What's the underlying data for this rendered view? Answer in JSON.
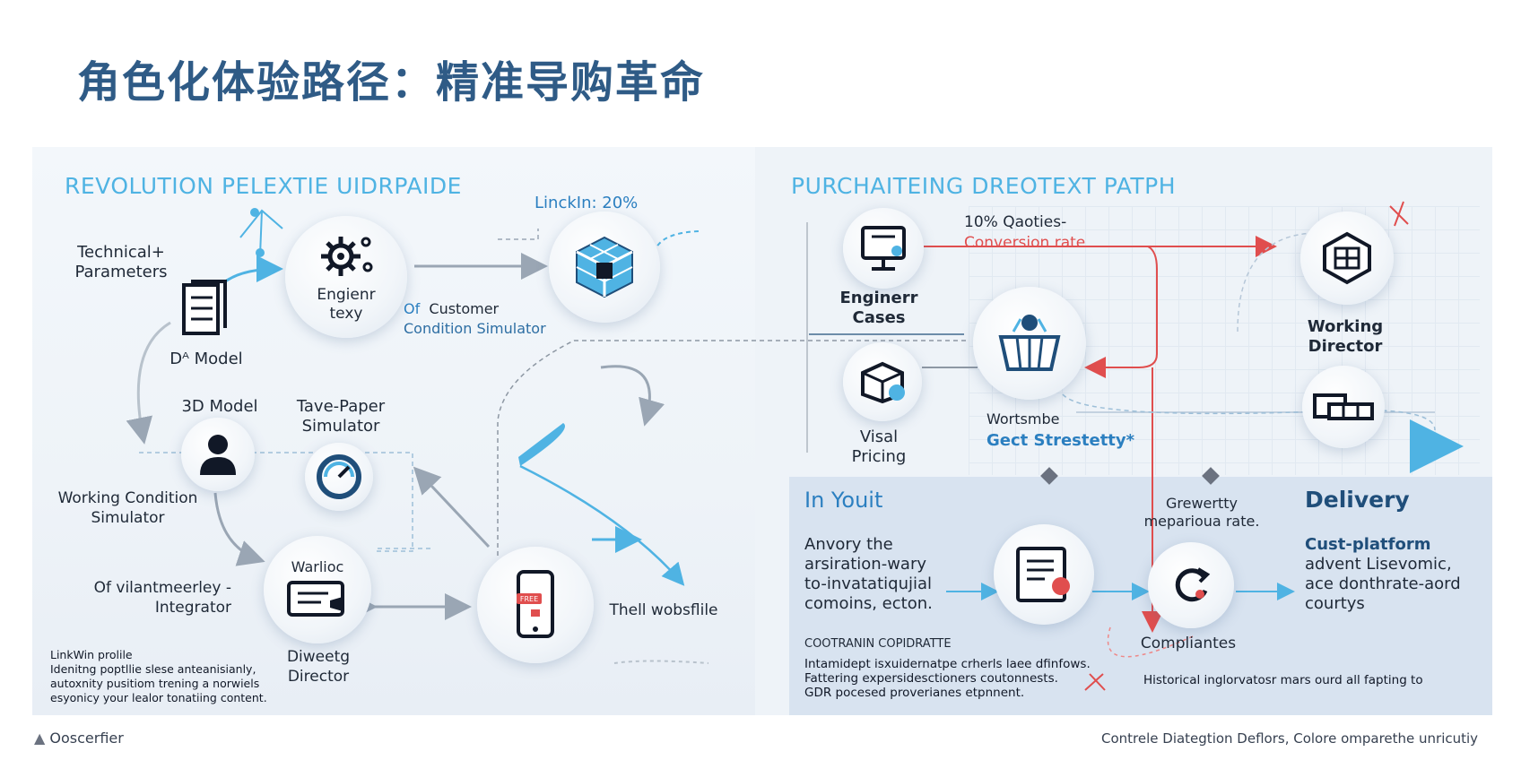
{
  "title": "角色化体验路径：精准导购革命",
  "left": {
    "heading": "REVOLUTION PELEXTIE UIDRPAIDE",
    "linkedin_stat": "LinckIn: 20%",
    "technical_parameters": [
      "Technical+",
      "Parameters"
    ],
    "d_model": "Dᴬ Model",
    "engineer_texy": [
      "Engienr",
      "texy"
    ],
    "customer_sim_prefix": "Of",
    "customer_sim": [
      "Customer",
      "Condition Simulator"
    ],
    "model_3d": "3D Model",
    "tave_paper": [
      "Tave-Paper",
      "Simulator"
    ],
    "working_condition": [
      "Working Condition",
      "Simulator"
    ],
    "integrator": [
      "Of vilantmeerley -",
      "Integrator"
    ],
    "warlio": "Warlioc",
    "diweetg": [
      "Diweetg",
      "Director"
    ],
    "thell": "Thell wobsflile",
    "phone_tag": "FREE",
    "note": [
      "LinkWin prolile",
      "Idenitng poptllie slese anteanisianly,",
      "autoxnity pusitiom trening a norwiels",
      "esyonicy your lealor tonatiing content."
    ]
  },
  "right": {
    "heading": "PURCHAITEING DREOTEXT PATPH",
    "qaoties": "10% Qaoties-",
    "conversion": "Conversion rate",
    "engineer_cases": [
      "Enginerr",
      "Cases"
    ],
    "working_director": [
      "Working",
      "Director"
    ],
    "visal_pricing": [
      "Visal",
      "Pricing"
    ],
    "wortsmbe": "Wortsmbe",
    "get_stres": "Gect Strestetty*",
    "in_yoult": "In Youit",
    "growth": [
      "Grewertty",
      "meparioua rate."
    ],
    "delivery": "Delivery",
    "anvory": [
      "Anvory the",
      "arsiration-wary",
      "to-invatatiqujial",
      "comoins, ecton."
    ],
    "cust_platform": "Cust-platform",
    "cust_text": [
      "advent Lisevomic,",
      "ace donthrate-aord",
      "courtys"
    ],
    "compliance_title": "COOTRANIN COPIDRATTE",
    "compliance_text": [
      "Intamidept isxuidernatpe crherls laee dfinfows.",
      "Fattering expersidesctioners coutonnests.",
      "GDR pocesed proverianes etpnnent."
    ],
    "compliantes": "Compliantes",
    "historical": "Historical inglorvatosr mars ourd all fapting to"
  },
  "footer": {
    "logo": "Ooscerfier",
    "note": "Contrele Diategtion Deflors, Colore omparethe unricutiy"
  },
  "colors": {
    "title": "#2f5b86",
    "accent_blue": "#4fb3e3",
    "accent_red": "#e04e4e",
    "dark": "#1f2937"
  }
}
